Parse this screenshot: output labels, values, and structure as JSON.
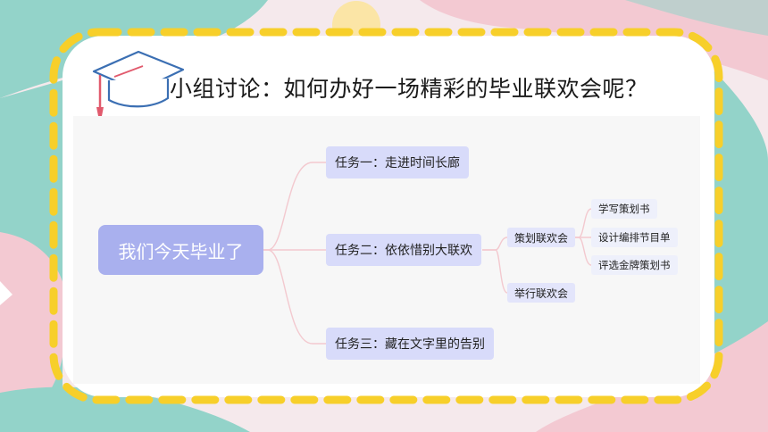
{
  "colors": {
    "background": "#f5e9ec",
    "teal": "#93d3c9",
    "pink": "#f3c9d2",
    "frame_dash": "#f7cf2a",
    "node_root": "#a9b0ee",
    "node_task": "#d8dbfa",
    "connector": "#f3c9cf"
  },
  "slide": {
    "title": "小组讨论：如何办好一场精彩的毕业联欢会呢？",
    "decoration_icon": "graduation-cap-icon"
  },
  "mindmap": {
    "root": "我们今天毕业了",
    "tasks": [
      {
        "label": "任务一：走进时间长廊",
        "subs": []
      },
      {
        "label": "任务二：依依惜别大联欢",
        "subs": [
          {
            "label": "策划联欢会",
            "leaves": [
              "学写策划书",
              "设计编排节目单",
              "评选金牌策划书"
            ]
          },
          {
            "label": "举行联欢会",
            "leaves": []
          }
        ]
      },
      {
        "label": "任务三：藏在文字里的告别",
        "subs": []
      }
    ]
  }
}
